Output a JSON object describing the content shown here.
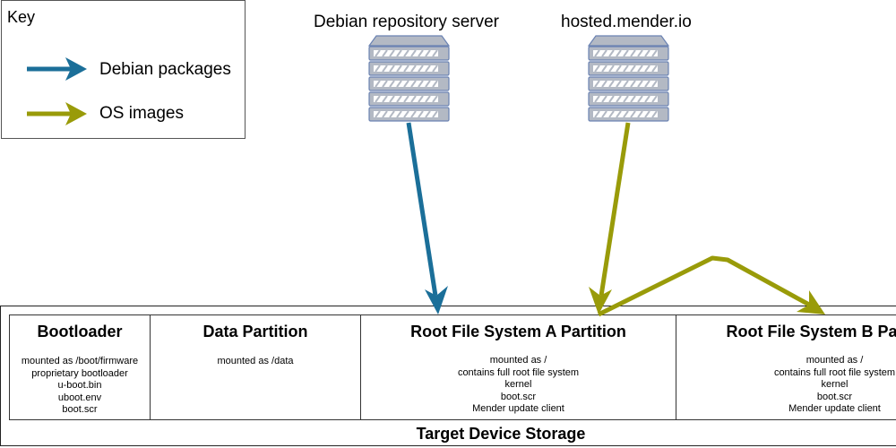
{
  "key": {
    "title": "Key",
    "items": [
      {
        "label": "Debian packages",
        "color": "#1b6f99"
      },
      {
        "label": "OS images",
        "color": "#999b09"
      }
    ]
  },
  "servers": [
    {
      "label": "Debian repository server",
      "icon": "server-rack-icon"
    },
    {
      "label": "hosted.mender.io",
      "icon": "server-rack-icon"
    }
  ],
  "storage": {
    "label": "Target Device Storage",
    "partitions": [
      {
        "title": "Bootloader",
        "lines": [
          "mounted as /boot/firmware",
          "proprietary bootloader",
          "u-boot.bin",
          "uboot.env",
          "boot.scr"
        ]
      },
      {
        "title": "Data Partition",
        "lines": [
          "mounted as /data"
        ]
      },
      {
        "title": "Root File System A Partition",
        "lines": [
          "mounted as /",
          "contains full root file system",
          "kernel",
          "boot.scr",
          "Mender update client"
        ]
      },
      {
        "title": "Root File System B Partition",
        "lines": [
          "mounted as /",
          "contains full root file system",
          "kernel",
          "boot.scr",
          "Mender update client"
        ]
      }
    ]
  },
  "colors": {
    "debian_arrow": "#1b6f99",
    "os_arrow": "#999b09",
    "server_fill": "#b3b9c4",
    "server_stroke": "#6a82b2"
  }
}
